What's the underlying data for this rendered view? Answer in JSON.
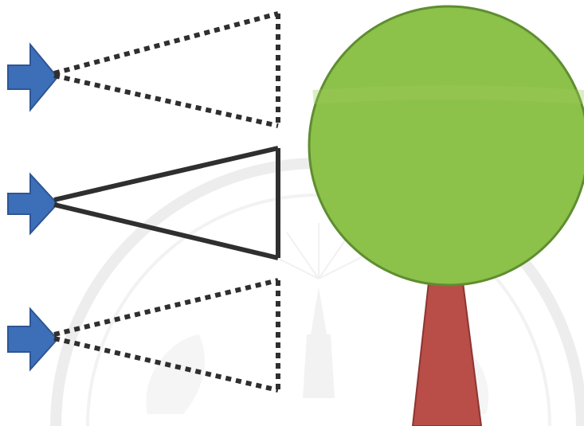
{
  "diagram": {
    "colors": {
      "background": "#ffffff",
      "arrow": "#3d6fb8",
      "arrow_edge": "#2e5596",
      "line": "#2f2f2f",
      "canopy": "#8cc14a",
      "canopy_edge": "#5f8d31",
      "trunk": "#b94d47",
      "trunk_edge": "#8d3530",
      "watermark": "#c9c9c9"
    },
    "elements": {
      "top_view": "dotted-triangle",
      "middle_view": "solid-triangle",
      "bottom_view": "dotted-triangle",
      "object": "tree"
    },
    "watermark": {
      "present": true
    }
  }
}
